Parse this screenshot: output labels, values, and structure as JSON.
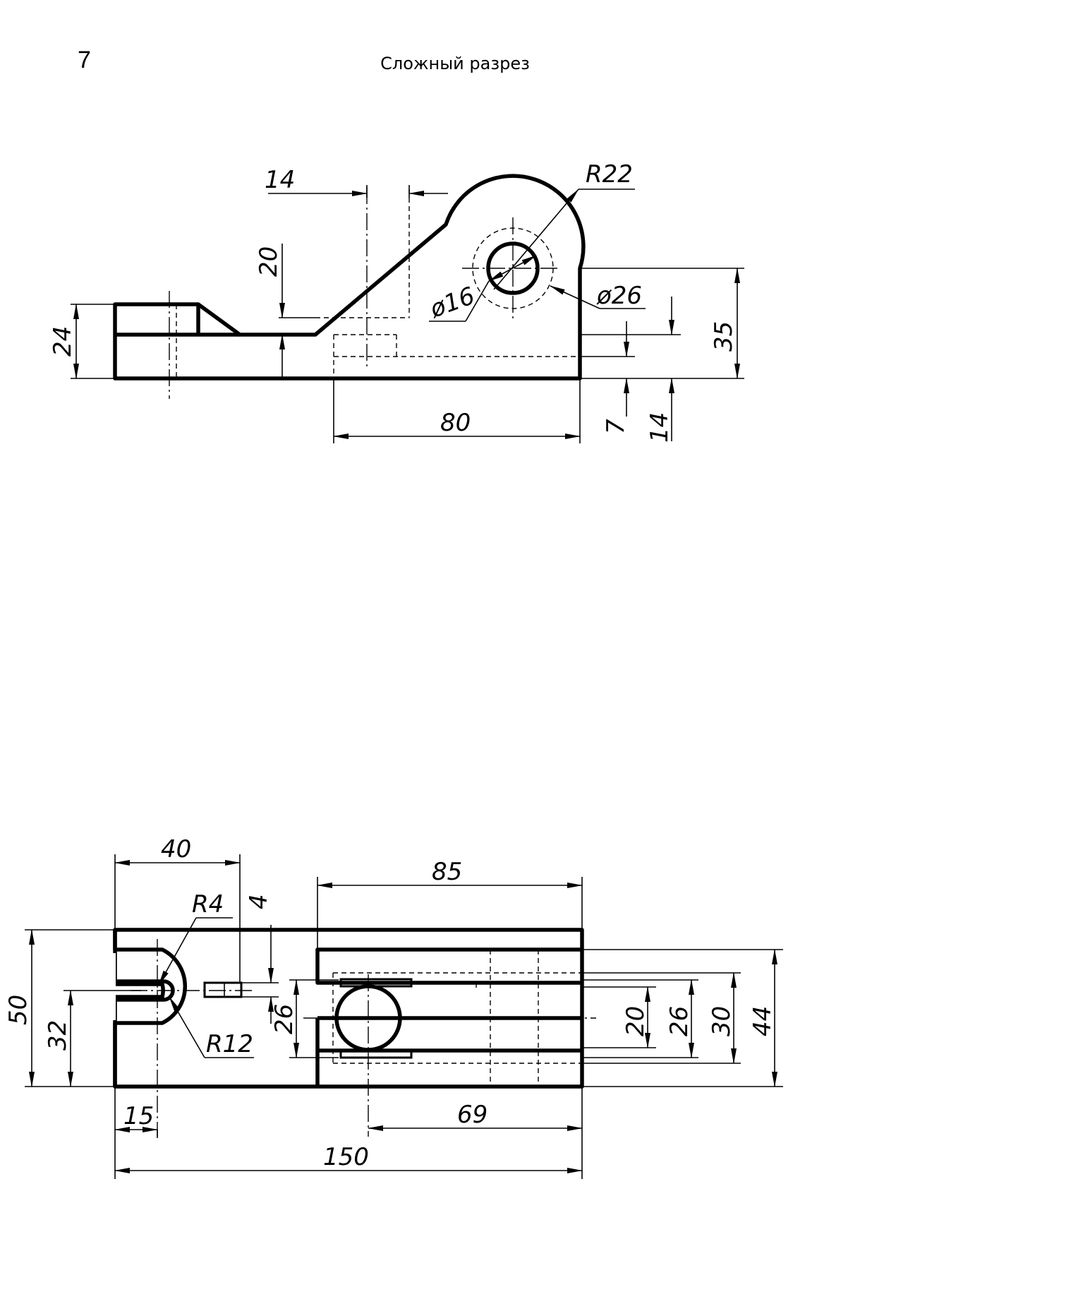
{
  "header": {
    "page_number": "7",
    "title": "Сложный разрез"
  },
  "front_view": {
    "dimensions": {
      "d14_top": "14",
      "r22": "R22",
      "d20": "20",
      "d24": "24",
      "dia16": "ø16",
      "dia26": "ø26",
      "d35": "35",
      "d80": "80",
      "d7": "7",
      "d14_right": "14"
    }
  },
  "top_view": {
    "dimensions": {
      "d40": "40",
      "d85": "85",
      "r4": "R4",
      "d4": "4",
      "d50": "50",
      "d32": "32",
      "r12": "R12",
      "d26_left": "26",
      "d20": "20",
      "d26_right": "26",
      "d30": "30",
      "d44": "44",
      "d15": "15",
      "d69": "69",
      "d150": "150"
    }
  }
}
